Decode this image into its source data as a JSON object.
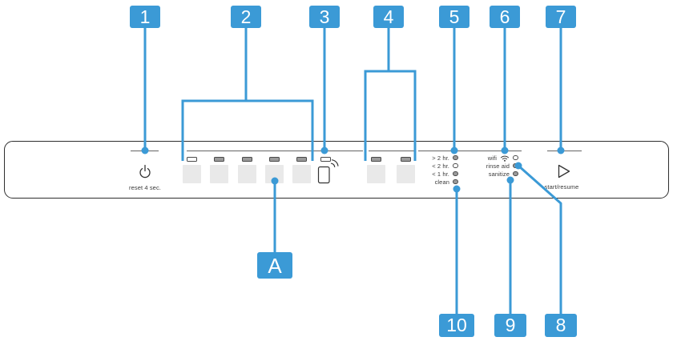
{
  "figure": {
    "title": "dishwasher control panel callout diagram",
    "colors": {
      "accent_blue": "#3b9ad6",
      "panel_border": "#2e2e2e",
      "button_fill": "#e9e9e9",
      "led_on_fill": "#9a9a9a",
      "led_off_fill": "#ffffff",
      "text": "#3a3a3a"
    }
  },
  "callouts": {
    "top": [
      {
        "label": "1"
      },
      {
        "label": "2"
      },
      {
        "label": "3"
      },
      {
        "label": "4"
      },
      {
        "label": "5"
      },
      {
        "label": "6"
      },
      {
        "label": "7"
      }
    ],
    "bottom": [
      {
        "label": "10"
      },
      {
        "label": "9"
      },
      {
        "label": "8"
      }
    ],
    "letter": {
      "label": "A"
    }
  },
  "panel": {
    "power": {
      "icon": "power-icon",
      "caption": "reset 4 sec."
    },
    "cycle_buttons": {
      "count": 5,
      "leds": [
        "off",
        "on",
        "on",
        "on",
        "on"
      ]
    },
    "nfc": {
      "icon": "phone-nfc-icon",
      "led": "off"
    },
    "option_buttons": {
      "count": 2,
      "leds": [
        "on",
        "on"
      ]
    },
    "time_indicators": [
      {
        "label": "> 2 hr.",
        "led": "on"
      },
      {
        "label": "< 2 hr.",
        "led": "off"
      },
      {
        "label": "< 1 hr.",
        "led": "on"
      },
      {
        "label": "clean",
        "led": "on"
      }
    ],
    "status_indicators": [
      {
        "label": "wifi",
        "icon": "wifi-icon",
        "led": "off"
      },
      {
        "label": "rinse aid",
        "led": "on"
      },
      {
        "label": "sanitize",
        "led": "on"
      }
    ],
    "start": {
      "icon": "play-icon",
      "caption": "start/resume"
    }
  }
}
